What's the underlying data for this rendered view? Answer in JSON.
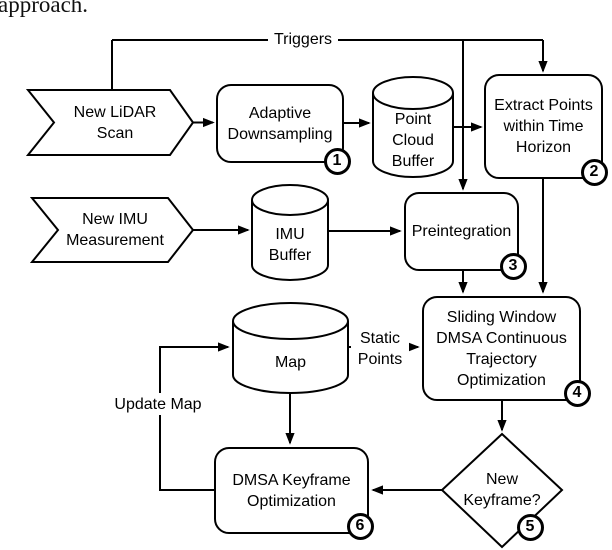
{
  "context_text": "approach.",
  "colors": {
    "stroke": "#000000",
    "fill": "#ffffff"
  },
  "connector_labels": {
    "triggers": "Triggers",
    "static_points": "Static\nPoints",
    "update_map": "Update Map"
  },
  "nodes": {
    "lidar_scan": {
      "label": "New LiDAR\nScan"
    },
    "adaptive_downsampling": {
      "label": "Adaptive\nDownsampling",
      "step": "1"
    },
    "point_cloud_buffer": {
      "label": "Point\nCloud\nBuffer"
    },
    "extract_points": {
      "label": "Extract Points\nwithin Time\nHorizon",
      "step": "2"
    },
    "imu_measurement": {
      "label": "New IMU\nMeasurement"
    },
    "imu_buffer": {
      "label": "IMU\nBuffer"
    },
    "preintegration": {
      "label": "Preintegration",
      "step": "3"
    },
    "sliding_window": {
      "label": "Sliding Window\nDMSA Continuous\nTrajectory\nOptimization",
      "step": "4"
    },
    "map": {
      "label": "Map"
    },
    "new_keyframe": {
      "label": "New\nKeyframe?",
      "step": "5"
    },
    "dmsa_keyframe": {
      "label": "DMSA Keyframe\nOptimization",
      "step": "6"
    }
  }
}
